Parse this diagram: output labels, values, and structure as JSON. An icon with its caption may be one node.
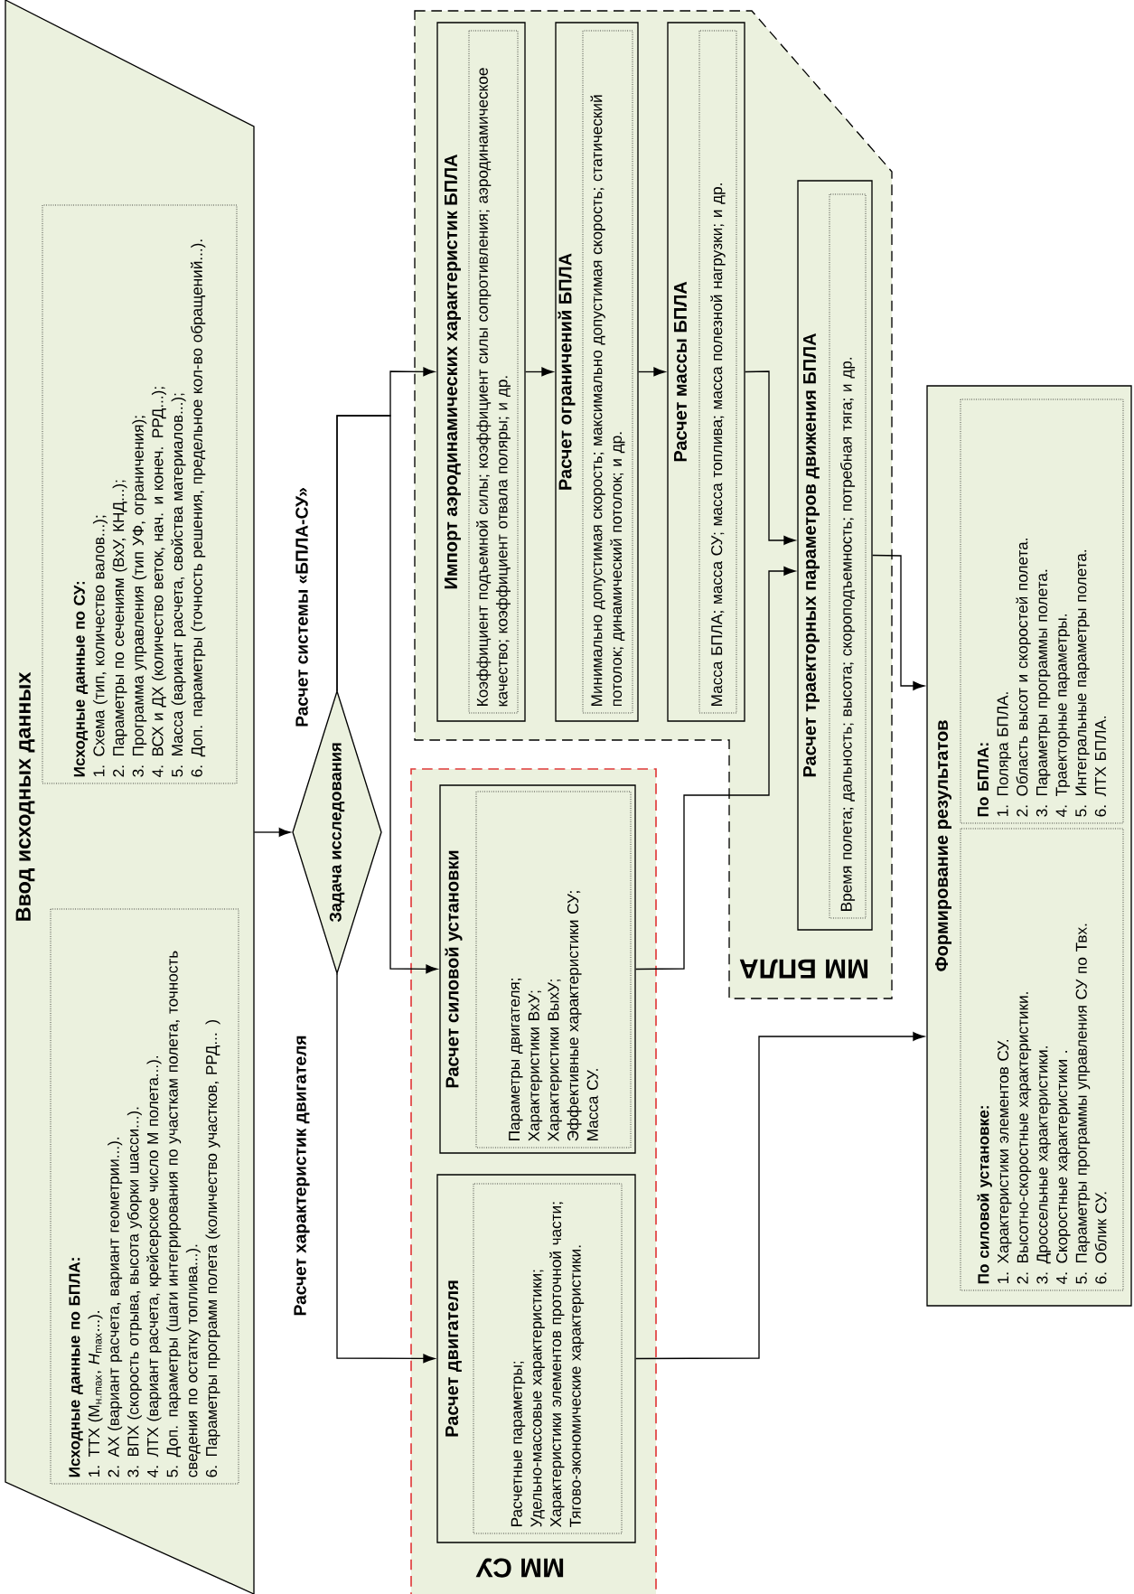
{
  "diagram": {
    "nodes": [
      {
        "text": [
          "Ввод исходных данных"
        ]
      },
      {
        "text": [
          "Исходные данные по БПЛА:",
          "1. ТТХ (М$_{н.max}$, *H*$_{max}$...).",
          "2. АХ (вариант расчета, вариант геометрии...).",
          "3. ВПХ (скорость отрыва, высота уборки шасси...).",
          "4. ЛТХ (вариант расчета, крейсерское число М полета...).",
          "5. Доп. параметры (шаги интегрирования по участкам полета, точность сведения по остатку топлива...).",
          "6. Параметры программ полета (количество участков, РРД... )"
        ],
        "in": 0
      },
      {
        "text": [
          "Исходные данные по СУ:",
          "1. Схема (тип, количество валов...);",
          "2. Параметры по сечениям (ВхУ, КНД...);",
          "3. Программа управления (тип УФ, ограничения);",
          "4. ВСХ и ДХ (количество веток, нач. и конеч. РРД...);",
          "5. Масса (вариант расчета, свойства материалов...);",
          "6. Доп. параметры (точность решения, предельное кол-во обращений...)."
        ],
        "in": 0
      },
      {
        "text": [
          "Задача исследования"
        ]
      },
      {
        "text": [
          "ММ СУ"
        ]
      },
      {
        "text": [
          "Расчет двигателя"
        ],
        "in": 4
      },
      {
        "text": [
          "Расчетные параметры;",
          "Удельно-массовые характеристики;",
          "Характеристики элементов проточной части;",
          "Тягово-экономические характеристики."
        ],
        "in": 5
      },
      {
        "text": [
          "Расчет силовой установки"
        ],
        "in": 4
      },
      {
        "text": [
          "Параметры двигателя;",
          "Характеристики ВхУ;",
          "Характеристики ВыхУ;",
          "Эффективные характеристики СУ;",
          "Масса СУ."
        ],
        "in": 7
      },
      {
        "text": [
          "ММ БПЛА"
        ]
      },
      {
        "text": [
          "Импорт аэродинамических характеристик БПЛА"
        ],
        "in": 9
      },
      {
        "text": [
          "Коэффициент подъемной силы; коэффициент силы сопротивления; аэродинамическое качество; коэффициент отвала поляры; и др."
        ],
        "in": 10
      },
      {
        "text": [
          "Расчет ограничений БПЛА"
        ],
        "in": 9
      },
      {
        "text": [
          "Минимально допустимая скорость; максимально допустимая скорость; статический потолок; динамический потолок; и др."
        ],
        "in": 12
      },
      {
        "text": [
          "Расчет массы БПЛА"
        ],
        "in": 9
      },
      {
        "text": [
          "Масса БПЛА; масса СУ; масса топлива; масса полезной нагрузки; и др."
        ],
        "in": 14
      },
      {
        "text": [
          "Расчет траекторных параметров движения БПЛА"
        ],
        "in": 9
      },
      {
        "text": [
          "Время полета; дальность; высота; скороподъемность; потребная тяга; и др."
        ],
        "in": 16
      },
      {
        "text": [
          "Формирование результатов"
        ]
      },
      {
        "text": [
          "По силовой установке:",
          "1. Характеристики элементов СУ.",
          "2. Высотно-скоростные характеристики.",
          "3. Дроссельные характеристики.",
          "4. Скоростные характеристики .",
          "5. Параметры программы управления СУ по Твх.",
          "6. Облик СУ."
        ],
        "in": 18
      },
      {
        "text": [
          "По БПЛА:",
          "1. Поляра БПЛА.",
          "2. Область высот и скоростей полета.",
          "3. Параметры программы полета.",
          "4. Траекторные параметры.",
          "5. Интегральные параметры полета.",
          "6. ЛТХ БПЛА."
        ],
        "in": 18
      }
    ],
    "edges": [
      {
        "from": 0,
        "to": 3,
        "arrow": "to"
      },
      {
        "from": 3,
        "to": 10,
        "arrow": "to",
        "label": "Расчет системы «БПЛА-СУ»"
      },
      {
        "from": 3,
        "to": 7,
        "arrow": "to"
      },
      {
        "from": 3,
        "to": 5,
        "arrow": "to",
        "label": "Расчет характеристик двигателя"
      },
      {
        "from": 10,
        "to": 12,
        "arrow": "to"
      },
      {
        "from": 12,
        "to": 14,
        "arrow": "to"
      },
      {
        "from": 14,
        "to": 16,
        "arrow": "to"
      },
      {
        "from": 7,
        "to": 16,
        "arrow": "to"
      },
      {
        "from": 16,
        "to": 18,
        "arrow": "to"
      },
      {
        "from": 5,
        "to": 18,
        "arrow": "to"
      }
    ]
  }
}
